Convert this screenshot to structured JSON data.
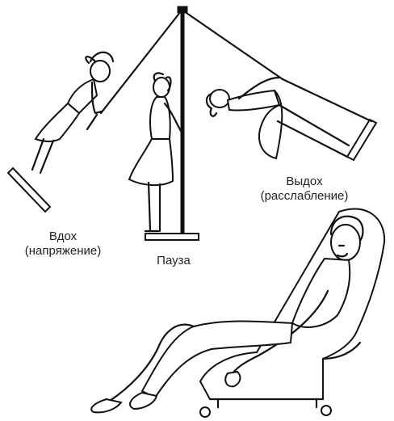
{
  "labels": {
    "inhale_line1": "Вдох",
    "inhale_line2": "(напряжение)",
    "pause": "Пауза",
    "exhale_line1": "Выдох",
    "exhale_line2": "(расслабление)"
  },
  "colors": {
    "ink": "#111111",
    "background": "#ffffff"
  }
}
